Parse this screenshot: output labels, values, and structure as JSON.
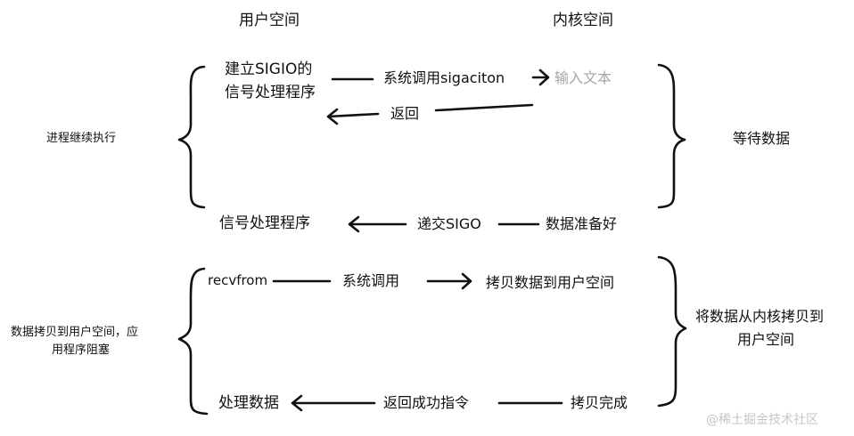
{
  "header": {
    "user_space": "用户空间",
    "kernel_space": "内核空间"
  },
  "top": {
    "left_label": "进程继续执行",
    "right_label": "等待数据",
    "setup_line1": "建立SIGIO的",
    "setup_line2": "信号处理程序",
    "syscall": "系统调用sigaciton",
    "kernel_input": "输入文本",
    "return_label": "返回",
    "handler": "信号处理程序",
    "deliver": "递交SIGO",
    "data_ready": "数据准备好"
  },
  "bottom": {
    "left_line1": "数据拷贝到用户空间，应",
    "left_line2": "用程序阻塞",
    "right_line1": "将数据从内核拷贝到",
    "right_line2": "用户空间",
    "recvfrom": "recvfrom",
    "syscall": "系统调用",
    "copy_to_user": "拷贝数据到用户空间",
    "process": "处理数据",
    "return_ok": "返回成功指令",
    "copy_done": "拷贝完成"
  },
  "watermark": "@稀土掘金技术社区"
}
